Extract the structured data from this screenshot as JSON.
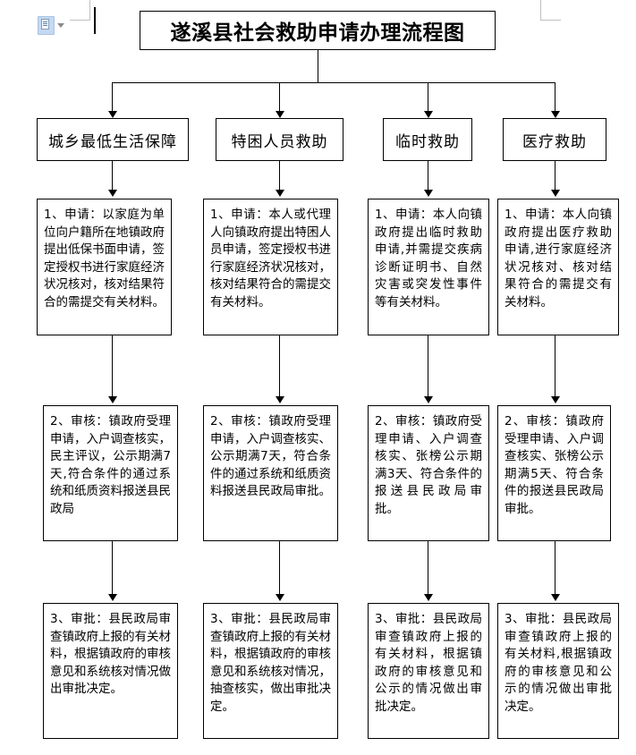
{
  "document": {
    "title": "遂溪县社会救助申请办理流程图",
    "paste_tag": {
      "icon": "paste-clipboard-icon",
      "caret": "chevron-down-icon"
    }
  },
  "flow": {
    "categories": [
      {
        "id": "dibao",
        "label": "城乡最低生活保障"
      },
      {
        "id": "tekun",
        "label": "特困人员救助"
      },
      {
        "id": "linshi",
        "label": "临时救助"
      },
      {
        "id": "yiliao",
        "label": "医疗救助"
      }
    ],
    "columns": [
      {
        "id": "dibao",
        "steps": [
          "1、申请：以家庭为单位向户籍所在地镇政府提出低保书面申请，签定授权书进行家庭经济状况核对，核对结果符合的需提交有关材料。",
          "2、审核：镇政府受理申请，入户调查核实，民主评议，公示期满7天,符合条件的通过系统和纸质资料报送县民政局",
          "3、审批：县民政局审查镇政府上报的有关材料，根据镇政府的审核意见和系统核对情况做出审批决定。"
        ]
      },
      {
        "id": "tekun",
        "steps": [
          "1、申请：本人或代理人向镇政府提出特困人员申请，签定授权书进行家庭经济状况核对，核对结果符合的需提交有关材料。",
          "2、审核：镇政府受理申请，入户调查核实、公示期满7天，符合条件的通过系统和纸质资料报送县民政局审批。",
          "3、审批：县民政局审查镇政府上报的有关材料，根据镇政府的审核意见和系统核对情况，抽查核实，做出审批决定。"
        ]
      },
      {
        "id": "linshi",
        "steps": [
          "1、申请：本人向镇政府提出临时救助申请,并需提交疾病诊断证明书、自然灾害或突发性事件等有关材料。",
          "2、审核：镇政府受理申请、入户调查核实、张榜公示期满3天、符合条件的报送县民政局审批。",
          "3、审批：县民政局审查镇政府上报的有关材料，根据镇政府的审核意见和公示的情况做出审批决定。"
        ]
      },
      {
        "id": "yiliao",
        "steps": [
          "1、申请：本人向镇政府提出医疗救助申请,进行家庭经济状况核对、核对结果符合的需提交有关材料。",
          "2、审核：镇政府受理申请、入户调查核实、张榜公示期满5天、符合条件的报送县民政局审批。",
          "3、审批：县民政局审查镇政府上报的有关材料,根据镇政府的审核意见和公示的情况做出审批决定。"
        ]
      }
    ]
  },
  "colors": {
    "border": "#000000",
    "background": "#ffffff",
    "guide": "#bfbfbf",
    "paste_icon": "#c5d9f1"
  }
}
